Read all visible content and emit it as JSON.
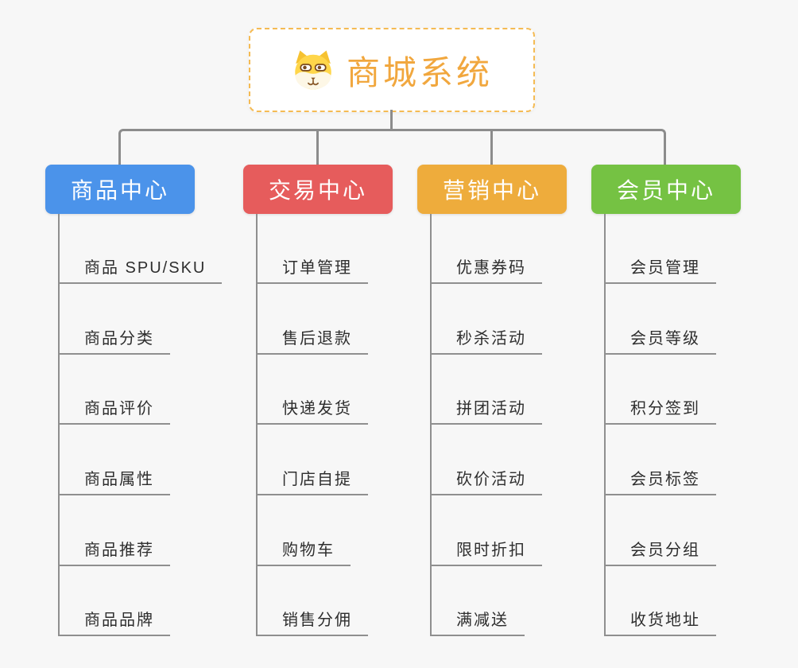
{
  "root": {
    "title": "商城系统",
    "title_color": "#f1a73e",
    "border_color": "#f5bb54",
    "icon": "shiba-dog-icon"
  },
  "connector_color": "#8c8c8c",
  "leaf_line_color": "#8f8f8f",
  "leaf_text_color": "#2e2e2e",
  "branches": [
    {
      "label": "商品中心",
      "color": "#4b93ea",
      "items": [
        "商品 SPU/SKU",
        "商品分类",
        "商品评价",
        "商品属性",
        "商品推荐",
        "商品品牌"
      ]
    },
    {
      "label": "交易中心",
      "color": "#e65c5c",
      "items": [
        "订单管理",
        "售后退款",
        "快递发货",
        "门店自提",
        "购物车",
        "销售分佣"
      ]
    },
    {
      "label": "营销中心",
      "color": "#eeac3c",
      "items": [
        "优惠券码",
        "秒杀活动",
        "拼团活动",
        "砍价活动",
        "限时折扣",
        "满减送"
      ]
    },
    {
      "label": "会员中心",
      "color": "#75c243",
      "items": [
        "会员管理",
        "会员等级",
        "积分签到",
        "会员标签",
        "会员分组",
        "收货地址"
      ]
    }
  ]
}
